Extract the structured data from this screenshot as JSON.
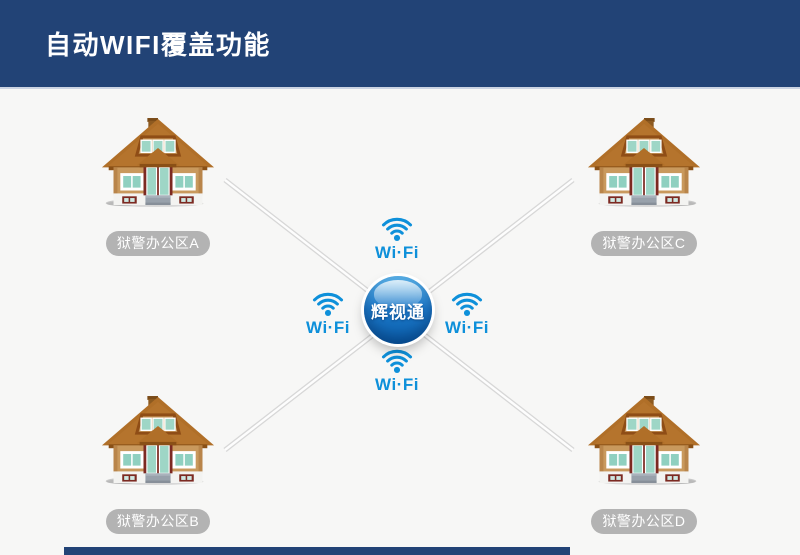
{
  "header": {
    "title": "自动WIFI覆盖功能"
  },
  "hub": {
    "label": "辉视通"
  },
  "wifi": {
    "label": "Wi·Fi"
  },
  "nodes": [
    {
      "id": "A",
      "label": "狱警办公区A",
      "position": "top-left"
    },
    {
      "id": "C",
      "label": "狱警办公区C",
      "position": "top-right"
    },
    {
      "id": "B",
      "label": "狱警办公区B",
      "position": "bottom-left"
    },
    {
      "id": "D",
      "label": "狱警办公区D",
      "position": "bottom-right"
    }
  ],
  "colors": {
    "header_bg": "#224376",
    "footer_bg": "#224376",
    "background": "#f7f7f6",
    "wifi_blue": "#0e90da",
    "hub_blue_top": "#58afe6",
    "hub_blue_bottom": "#0a60ae",
    "node_label_bg": "#b3b3b3"
  }
}
